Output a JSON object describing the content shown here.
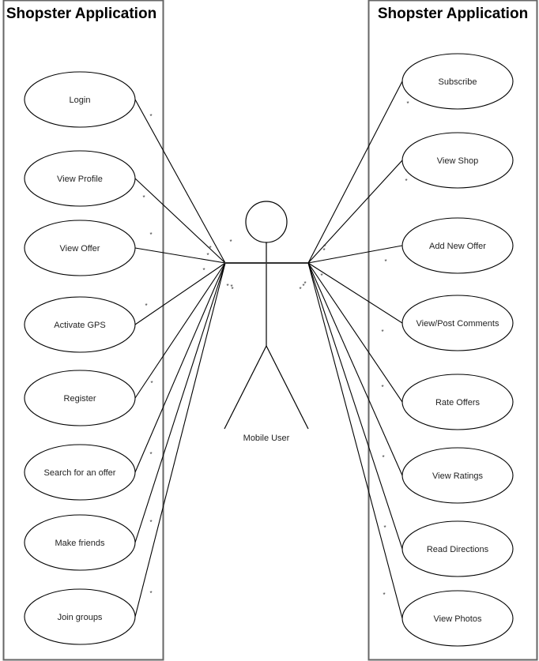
{
  "diagram": {
    "type": "use-case",
    "systems": [
      {
        "id": "left",
        "title": "Shopster Application",
        "use_cases": [
          "Login",
          "View Profile",
          "View Offer",
          "Activate GPS",
          "Register",
          "Search for an offer",
          "Make friends",
          "Join groups"
        ]
      },
      {
        "id": "right",
        "title": "Shopster Application",
        "use_cases": [
          "Subscribe",
          "View Shop",
          "Add New Offer",
          "View/Post Comments",
          "Rate Offers",
          "View Ratings",
          "Read Directions",
          "View Photos"
        ]
      }
    ],
    "actor": {
      "label": "Mobile User"
    },
    "multiplicity_symbol": "*",
    "colors": {
      "stroke": "#000000",
      "box_border": "#666666",
      "background": "#ffffff"
    }
  }
}
